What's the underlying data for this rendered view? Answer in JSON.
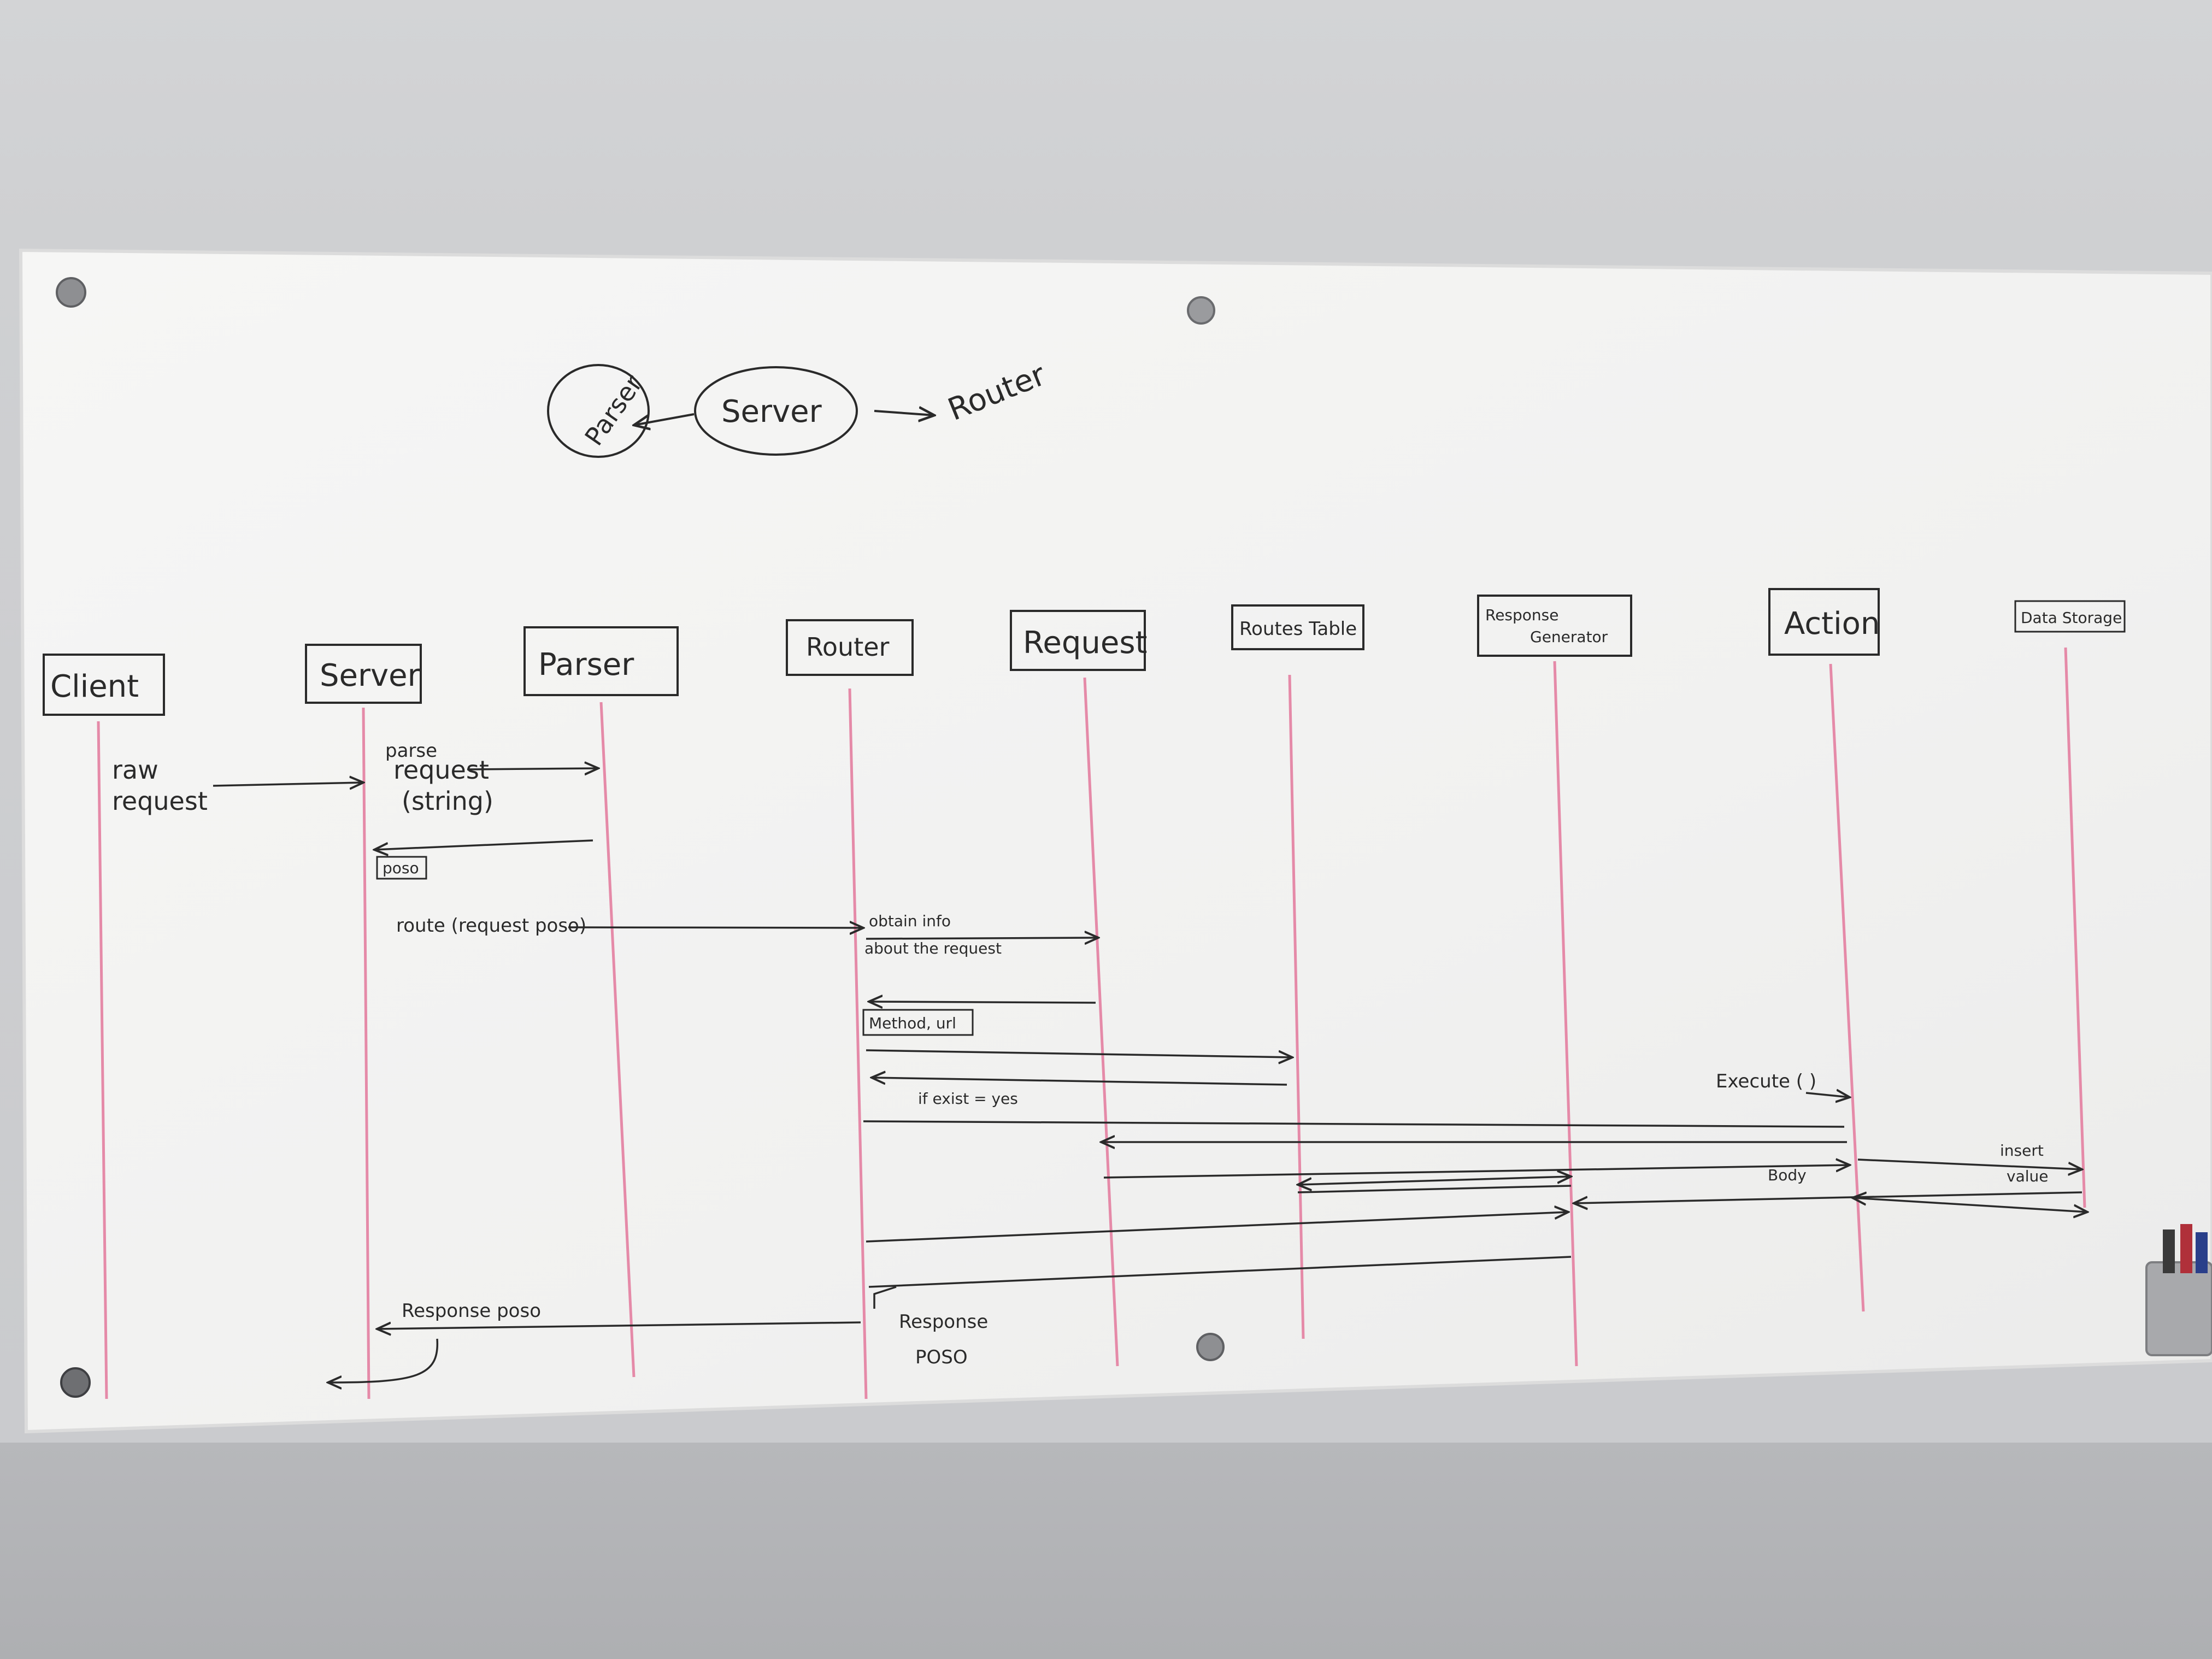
{
  "overview": {
    "center": "Server",
    "left": "Parser",
    "right": "Router"
  },
  "participants": [
    {
      "id": "client",
      "label": "Client"
    },
    {
      "id": "server",
      "label": "Server"
    },
    {
      "id": "parser",
      "label": "Parser"
    },
    {
      "id": "router",
      "label": "Router"
    },
    {
      "id": "request",
      "label": "Request"
    },
    {
      "id": "routes_table",
      "label": "Routes Table"
    },
    {
      "id": "response_generator",
      "label": "Response Generator",
      "label_line1": "Response",
      "label_line2": "Generator"
    },
    {
      "id": "action",
      "label": "Action"
    },
    {
      "id": "data_storage",
      "label": "Data Storage"
    }
  ],
  "messages": {
    "raw_request": {
      "line1": "raw",
      "line2": "request"
    },
    "parse_request": {
      "line1": "parse",
      "line2": "request",
      "line3": "(string)"
    },
    "poso_return": "poso",
    "route": "route (request poso)",
    "obtain_info": {
      "line1": "obtain info",
      "line2": "about the request"
    },
    "method_url": "Method, url",
    "if_exist": "if exist = yes",
    "execute": "Execute ( )",
    "insert_value": {
      "line1": "insert",
      "line2": "value"
    },
    "body": "Body",
    "response_poso_server": "Response poso",
    "response_poso_router": {
      "line1": "Response",
      "line2": "POSO"
    }
  },
  "colors": {
    "lifeline": "#e58aa8",
    "ink": "#2a2a2a",
    "board": "#f3f3f2"
  }
}
